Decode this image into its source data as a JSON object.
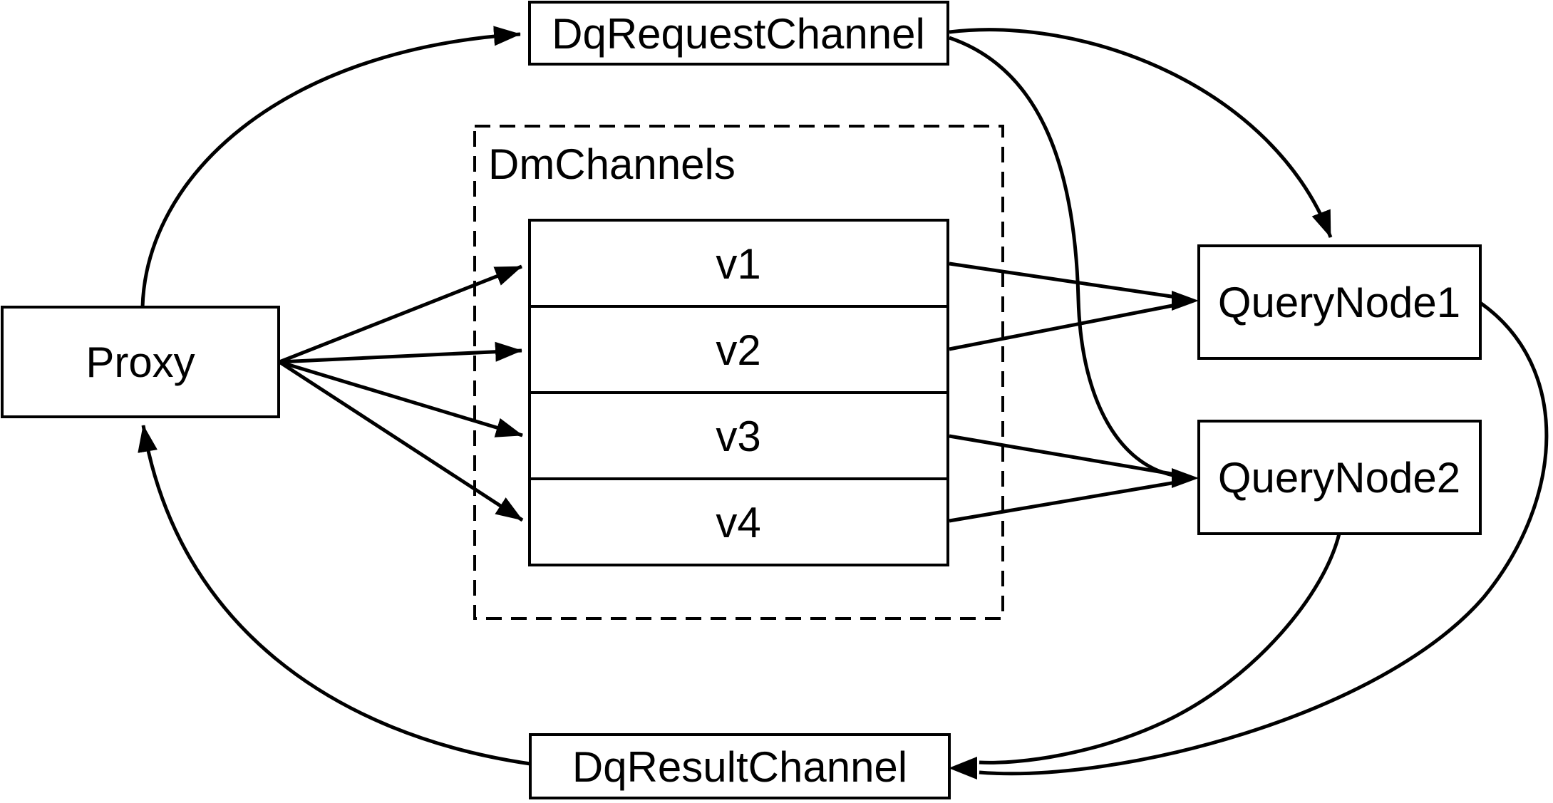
{
  "diagram": {
    "title": "query channel flow diagram",
    "colors": {
      "background": "#ffffff",
      "stroke": "#000000",
      "node_fill": "#ffffff",
      "text": "#000000"
    },
    "nodes": {
      "proxy": {
        "label": "Proxy"
      },
      "dq_request_channel": {
        "label": "DqRequestChannel"
      },
      "dm_channels_group": {
        "label": "DmChannels"
      },
      "channels": [
        {
          "label": "v1"
        },
        {
          "label": "v2"
        },
        {
          "label": "v3"
        },
        {
          "label": "v4"
        }
      ],
      "query_node_1": {
        "label": "QueryNode1"
      },
      "query_node_2": {
        "label": "QueryNode2"
      },
      "dq_result_channel": {
        "label": "DqResultChannel"
      }
    },
    "edges": [
      {
        "from": "Proxy",
        "to": "DqRequestChannel"
      },
      {
        "from": "DqRequestChannel",
        "to": "QueryNode1"
      },
      {
        "from": "DqRequestChannel",
        "to": "QueryNode2"
      },
      {
        "from": "Proxy",
        "to": "v1"
      },
      {
        "from": "Proxy",
        "to": "v2"
      },
      {
        "from": "Proxy",
        "to": "v3"
      },
      {
        "from": "Proxy",
        "to": "v4"
      },
      {
        "from": "v1",
        "to": "QueryNode1"
      },
      {
        "from": "v2",
        "to": "QueryNode1"
      },
      {
        "from": "v3",
        "to": "QueryNode2"
      },
      {
        "from": "v4",
        "to": "QueryNode2"
      },
      {
        "from": "QueryNode1",
        "to": "DqResultChannel"
      },
      {
        "from": "QueryNode2",
        "to": "DqResultChannel"
      },
      {
        "from": "DqResultChannel",
        "to": "Proxy"
      }
    ]
  }
}
